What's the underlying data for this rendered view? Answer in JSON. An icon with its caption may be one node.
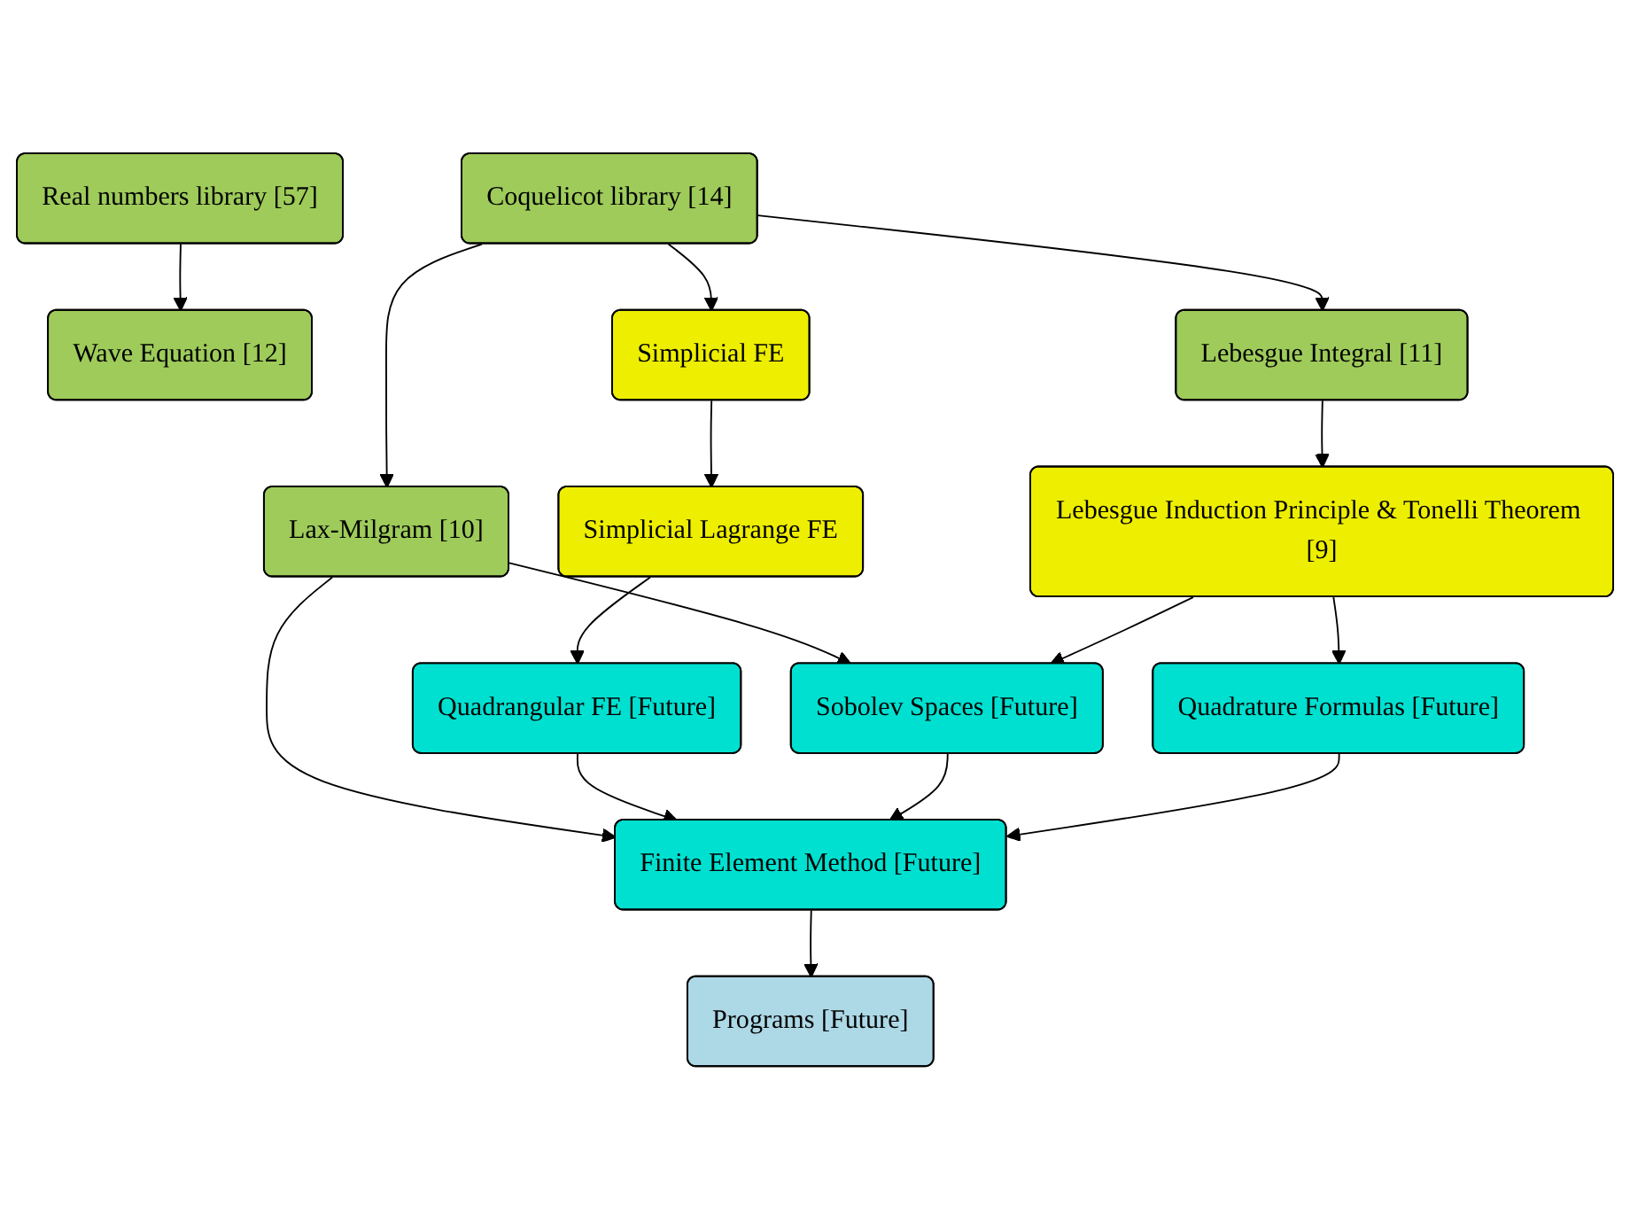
{
  "diagram": {
    "nodes": [
      {
        "text": [
          "Real numbers library [57]"
        ]
      },
      {
        "text": [
          "Coquelicot library [14]"
        ]
      },
      {
        "text": [
          "Wave Equation [12]"
        ]
      },
      {
        "text": [
          "Lebesgue Integral [11]"
        ]
      },
      {
        "text": [
          "Lax-Milgram [10]"
        ]
      },
      {
        "text": [
          "Lebesgue Induction Principle & Tonelli Theorem [9]"
        ]
      },
      {
        "text": [
          "Simplicial FE"
        ]
      },
      {
        "text": [
          "Simplicial Lagrange FE"
        ]
      },
      {
        "text": [
          "Quadrangular FE [Future]"
        ]
      },
      {
        "text": [
          "Sobolev Spaces [Future]"
        ]
      },
      {
        "text": [
          "Quadrature Formulas [Future]"
        ]
      },
      {
        "text": [
          "Finite Element Method [Future]"
        ]
      },
      {
        "text": [
          "Programs [Future]"
        ]
      }
    ],
    "edges": [
      {
        "from": 0,
        "to": 2,
        "arrow": "to"
      },
      {
        "from": 1,
        "to": 3,
        "arrow": "to"
      },
      {
        "from": 1,
        "to": 4,
        "arrow": "to"
      },
      {
        "from": 1,
        "to": 6,
        "arrow": "to"
      },
      {
        "from": 3,
        "to": 5,
        "arrow": "to"
      },
      {
        "from": 4,
        "to": 11,
        "arrow": "to"
      },
      {
        "from": 4,
        "to": 9,
        "arrow": "to"
      },
      {
        "from": 6,
        "to": 7,
        "arrow": "to"
      },
      {
        "from": 7,
        "to": 8,
        "arrow": "to"
      },
      {
        "from": 8,
        "to": 11,
        "arrow": "to"
      },
      {
        "from": 5,
        "to": 9,
        "arrow": "to"
      },
      {
        "from": 5,
        "to": 10,
        "arrow": "to"
      },
      {
        "from": 9,
        "to": 11,
        "arrow": "to"
      },
      {
        "from": 10,
        "to": 11,
        "arrow": "to"
      },
      {
        "from": 11,
        "to": 12,
        "arrow": "to"
      }
    ]
  }
}
